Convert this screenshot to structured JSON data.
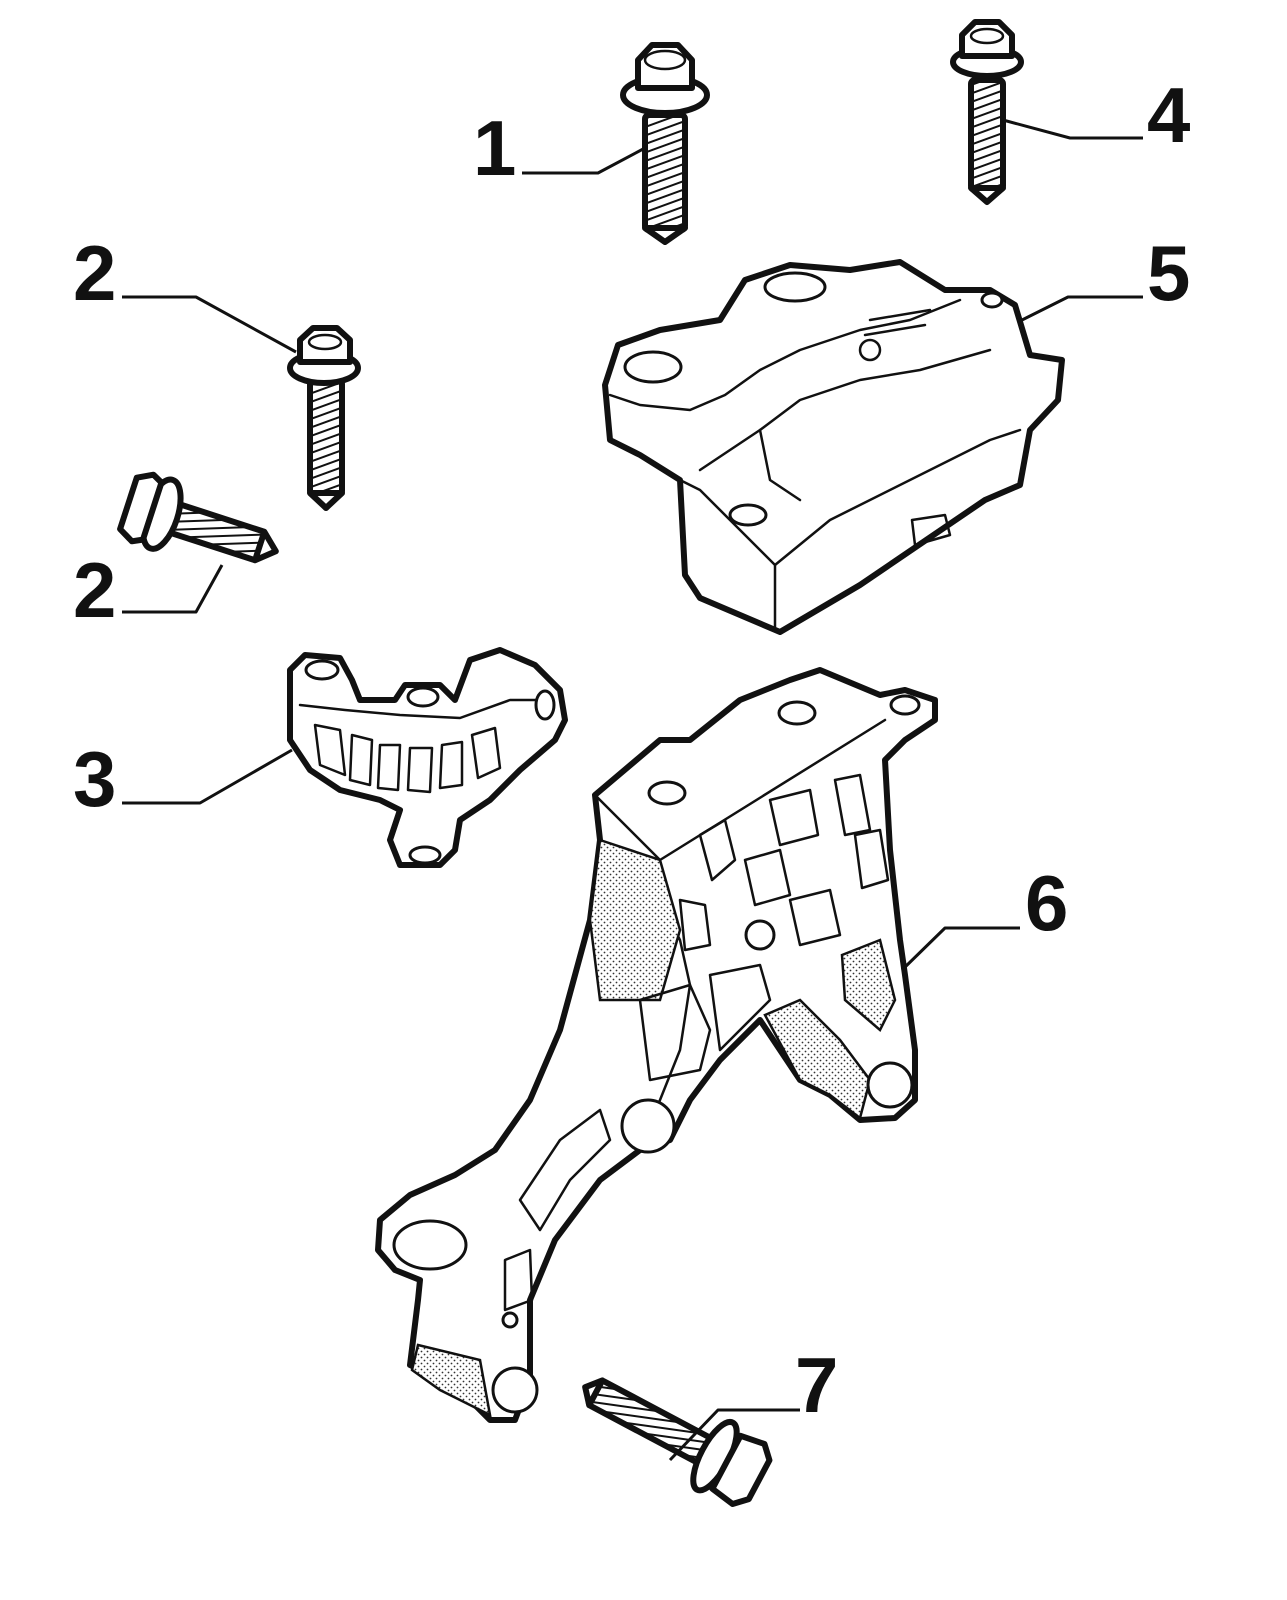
{
  "callouts": [
    {
      "id": "1",
      "label": "1"
    },
    {
      "id": "2a",
      "label": "2"
    },
    {
      "id": "2b",
      "label": "2"
    },
    {
      "id": "3",
      "label": "3"
    },
    {
      "id": "4",
      "label": "4"
    },
    {
      "id": "5",
      "label": "5"
    },
    {
      "id": "6",
      "label": "6"
    },
    {
      "id": "7",
      "label": "7"
    }
  ],
  "parts": [
    {
      "callout": "1",
      "kind": "flange-bolt-icon"
    },
    {
      "callout": "2",
      "kind": "flange-bolt-icon"
    },
    {
      "callout": "2",
      "kind": "flange-bolt-icon"
    },
    {
      "callout": "3",
      "kind": "bracket-icon"
    },
    {
      "callout": "4",
      "kind": "flange-bolt-icon"
    },
    {
      "callout": "5",
      "kind": "engine-mount-icon"
    },
    {
      "callout": "6",
      "kind": "support-bracket-icon"
    },
    {
      "callout": "7",
      "kind": "flange-bolt-icon"
    }
  ]
}
